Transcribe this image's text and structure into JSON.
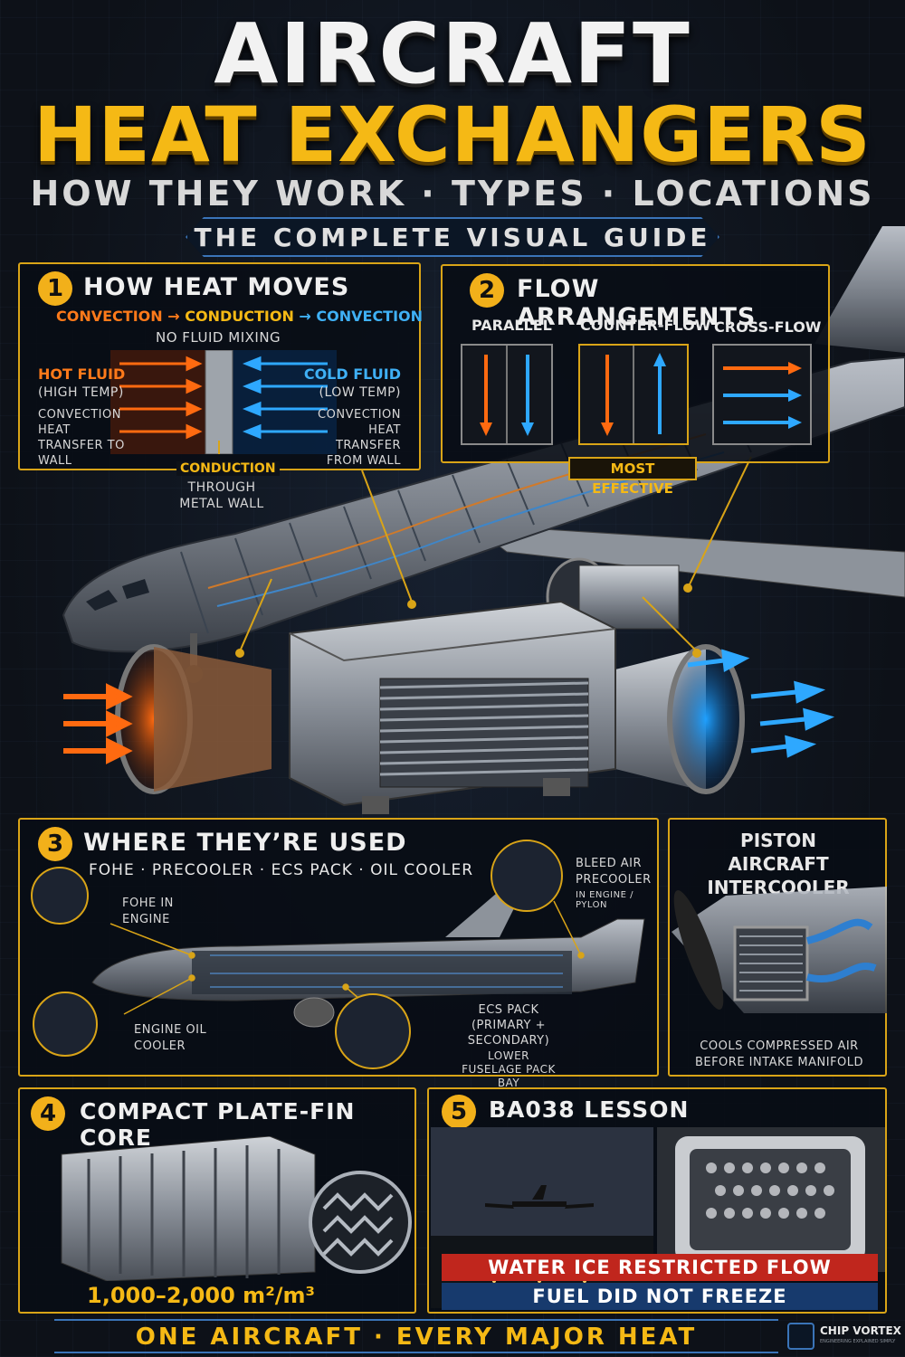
{
  "header": {
    "title_line1": "AIRCRAFT",
    "title_line2": "HEAT EXCHANGERS",
    "subtitle": "HOW THEY WORK · TYPES · LOCATIONS",
    "banner": "THE COMPLETE VISUAL GUIDE"
  },
  "section1": {
    "number": "1",
    "title": "HOW HEAT MOVES",
    "chain_convection1": "CONVECTION",
    "chain_arrow1": "→",
    "chain_conduction": "CONDUCTION",
    "chain_arrow2": "→",
    "chain_convection2": "CONVECTION",
    "no_mixing": "NO FLUID MIXING",
    "hot_label": "HOT FLUID",
    "hot_sub": "(HIGH TEMP)",
    "hot_desc": "CONVECTION HEAT TRANSFER TO WALL",
    "cold_label": "COLD FLUID",
    "cold_sub": "(LOW TEMP)",
    "cold_desc": "CONVECTION HEAT TRANSFER FROM WALL",
    "wall_label": "CONDUCTION",
    "wall_desc": "THROUGH METAL WALL"
  },
  "section2": {
    "number": "2",
    "title": "FLOW ARRANGEMENTS",
    "parallel": "PARALLEL",
    "counter": "COUNTER-FLOW",
    "cross": "CROSS-FLOW",
    "badge": "MOST EFFECTIVE"
  },
  "section3": {
    "number": "3",
    "title": "WHERE THEY’RE USED",
    "list": "FOHE · PRECOOLER · ECS PACK · OIL COOLER",
    "fohe": "FOHE IN ENGINE",
    "oil": "ENGINE OIL COOLER",
    "bleed_title": "BLEED AIR PRECOOLER",
    "bleed_sub": "IN ENGINE / PYLON",
    "ecs_title": "ECS PACK (PRIMARY + SECONDARY)",
    "ecs_sub": "LOWER FUSELAGE PACK BAY"
  },
  "piston": {
    "title": "PISTON AIRCRAFT INTERCOOLER",
    "desc": "COOLS COMPRESSED AIR BEFORE INTAKE MANIFOLD"
  },
  "section4": {
    "number": "4",
    "title": "COMPACT PLATE-FIN CORE",
    "density": "1,000–2,000 m²/m³"
  },
  "section5": {
    "number": "5",
    "title": "BA038 LESSON",
    "red_bar": "WATER ICE RESTRICTED FLOW",
    "blue_bar": "FUEL DID NOT FREEZE"
  },
  "footer": {
    "tagline": "ONE AIRCRAFT · EVERY MAJOR HEAT EXCHANGER",
    "brand": "CHIP VORTEX",
    "brand_tagline": "ENGINEERING EXPLAINED SIMPLY"
  },
  "colors": {
    "accent_gold": "#f5b915",
    "hot_orange": "#ff7a1a",
    "cold_blue": "#3fb0f5",
    "frame_blue": "#3a74b8",
    "alert_red": "#c0261d"
  }
}
